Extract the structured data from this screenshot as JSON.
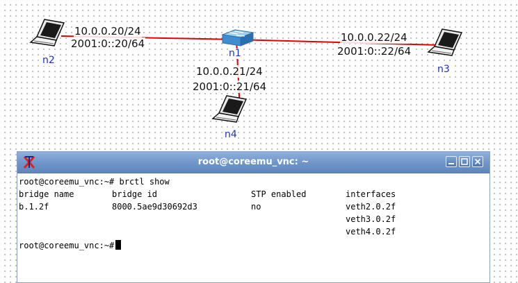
{
  "topology": {
    "link_color": "#e00000",
    "nodes": [
      {
        "id": "n1",
        "label": "n1",
        "icon": "switch-icon"
      },
      {
        "id": "n2",
        "label": "n2",
        "icon": "laptop-icon"
      },
      {
        "id": "n3",
        "label": "n3",
        "icon": "laptop-icon"
      },
      {
        "id": "n4",
        "label": "n4",
        "icon": "laptop-icon"
      }
    ],
    "links": [
      {
        "from": "n2",
        "to": "n1",
        "ipv4": "10.0.0.20/24",
        "ipv6": "2001:0::20/64"
      },
      {
        "from": "n1",
        "to": "n3",
        "ipv4": "10.0.0.22/24",
        "ipv6": "2001:0::22/64"
      },
      {
        "from": "n1",
        "to": "n4",
        "ipv4": "10.0.0.21/24",
        "ipv6": "2001:0::21/64"
      }
    ]
  },
  "terminal": {
    "title": "root@coreemu_vnc: ~",
    "buttons": [
      "minimize",
      "maximize",
      "close"
    ],
    "lines": [
      {
        "prompt": "root@coreemu_vnc:~# brctl show"
      },
      {
        "bridge_name": "bridge name",
        "bridge_id": "bridge id",
        "stp": "STP enabled",
        "interfaces": "interfaces"
      },
      {
        "bridge_name": "b.1.2f",
        "bridge_id": "8000.5ae9d30692d3",
        "stp": "no",
        "interfaces": "veth2.0.2f"
      },
      {
        "interfaces": "veth3.0.2f"
      },
      {
        "interfaces": "veth4.0.2f"
      }
    ],
    "current_prompt": "root@coreemu_vnc:~#"
  }
}
